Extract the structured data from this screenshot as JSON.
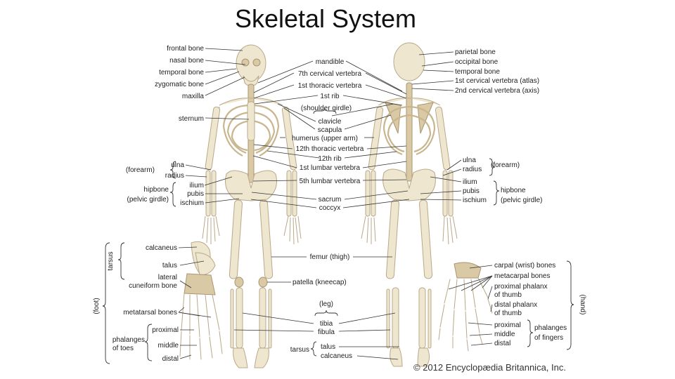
{
  "title": "Skeletal System",
  "copyright": "© 2012 Encyclopædia Britannica, Inc.",
  "labels": {
    "frontal_bone": "frontal bone",
    "nasal_bone": "nasal bone",
    "temporal_bone_left": "temporal bone",
    "zygomatic_bone": "zygomatic bone",
    "maxilla": "maxilla",
    "sternum": "sternum",
    "mandible": "mandible",
    "cervical7": "7th cervical vertebra",
    "thoracic1": "1st thoracic vertebra",
    "rib1": "1st rib",
    "shoulder_girdle": "(shoulder girdle)",
    "clavicle": "clavicle",
    "scapula": "scapula",
    "humerus": "humerus (upper arm)",
    "thoracic12": "12th thoracic vertebra",
    "rib12": "12th rib",
    "lumbar1": "1st lumbar vertebra",
    "lumbar5": "5th lumbar vertebra",
    "sacrum": "sacrum",
    "coccyx": "coccyx",
    "parietal_bone": "parietal bone",
    "occipital_bone": "occipital bone",
    "temporal_bone_right": "temporal bone",
    "atlas": "1st cervical vertebra (atlas)",
    "axis": "2nd cervical vertebra (axis)",
    "forearm_left": "(forearm)",
    "ulna_left": "ulna",
    "radius_left": "radius",
    "ilium_left": "ilium",
    "pubis_left": "pubis",
    "ischium_left": "ischium",
    "hipbone_left": "hipbone",
    "pelvic_girdle_left": "(pelvic girdle)",
    "ulna_right": "ulna",
    "radius_right": "radius",
    "forearm_right": "(forearm)",
    "ilium_right": "ilium",
    "pubis_right": "pubis",
    "ischium_right": "ischium",
    "hipbone_right": "hipbone",
    "pelvic_girdle_right": "(pelvic girdle)",
    "femur": "femur (thigh)",
    "patella": "patella (kneecap)",
    "leg": "(leg)",
    "tibia": "tibia",
    "fibula": "fibula",
    "tarsus_bottom": "tarsus",
    "talus_bottom": "talus",
    "calcaneus_bottom": "calcaneus",
    "tarsus_foot": "tarsus",
    "foot": "(foot)",
    "calcaneus_foot": "calcaneus",
    "talus_foot": "talus",
    "lateral": "lateral",
    "cuneiform": "cuneiform bone",
    "metatarsal": "metatarsal bones",
    "proximal_toe": "proximal",
    "middle_toe": "middle",
    "distal_toe": "distal",
    "phalanges_toes_1": "phalanges",
    "phalanges_toes_2": "of toes",
    "carpal": "carpal (wrist) bones",
    "metacarpal": "metacarpal bones",
    "prox_phalanx_1": "proximal phalanx",
    "prox_phalanx_2": "of thumb",
    "dist_phalanx_1": "distal phalanx",
    "dist_phalanx_2": "of thumb",
    "proximal_finger": "proximal",
    "middle_finger": "middle",
    "distal_finger": "distal",
    "phalanges_fingers_1": "phalanges",
    "phalanges_fingers_2": "of fingers",
    "hand": "(hand)"
  }
}
